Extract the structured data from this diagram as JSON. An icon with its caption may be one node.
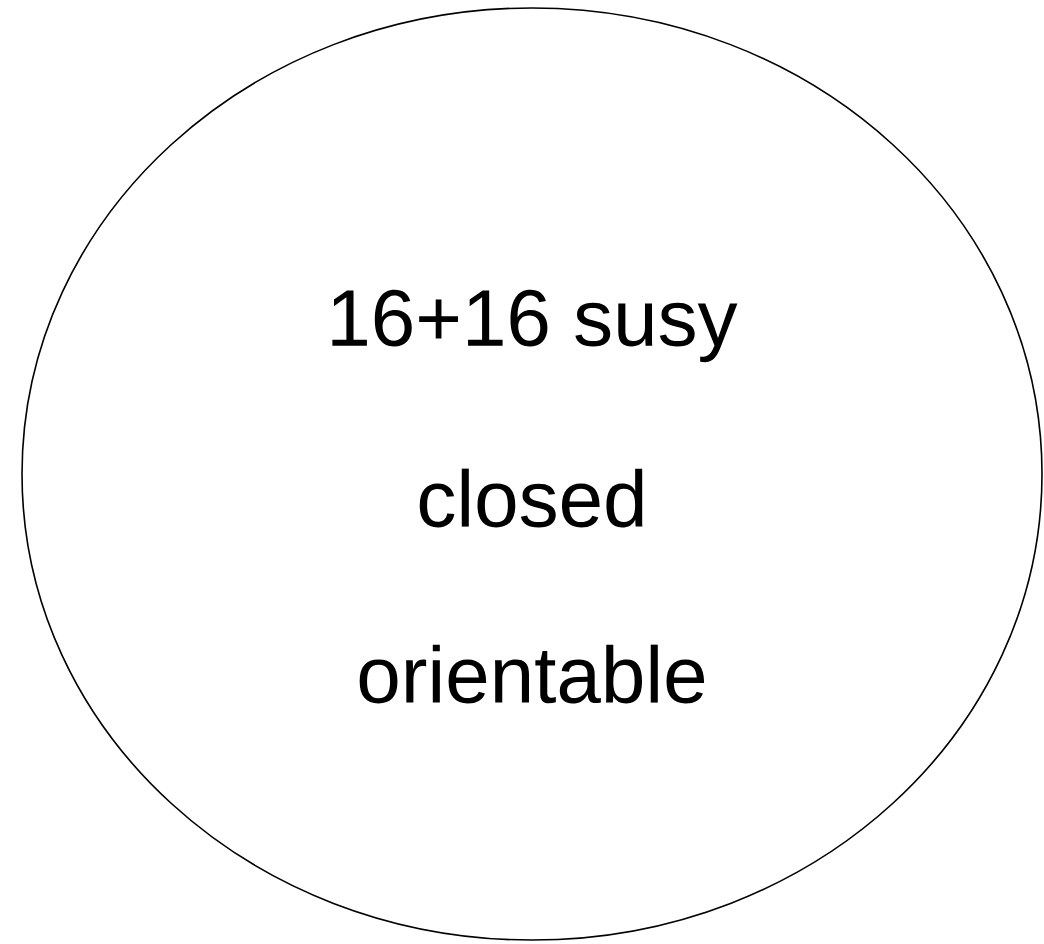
{
  "diagram": {
    "nodes": [
      {
        "text": [
          "16+16 susy",
          "closed",
          "orientable"
        ]
      }
    ]
  }
}
